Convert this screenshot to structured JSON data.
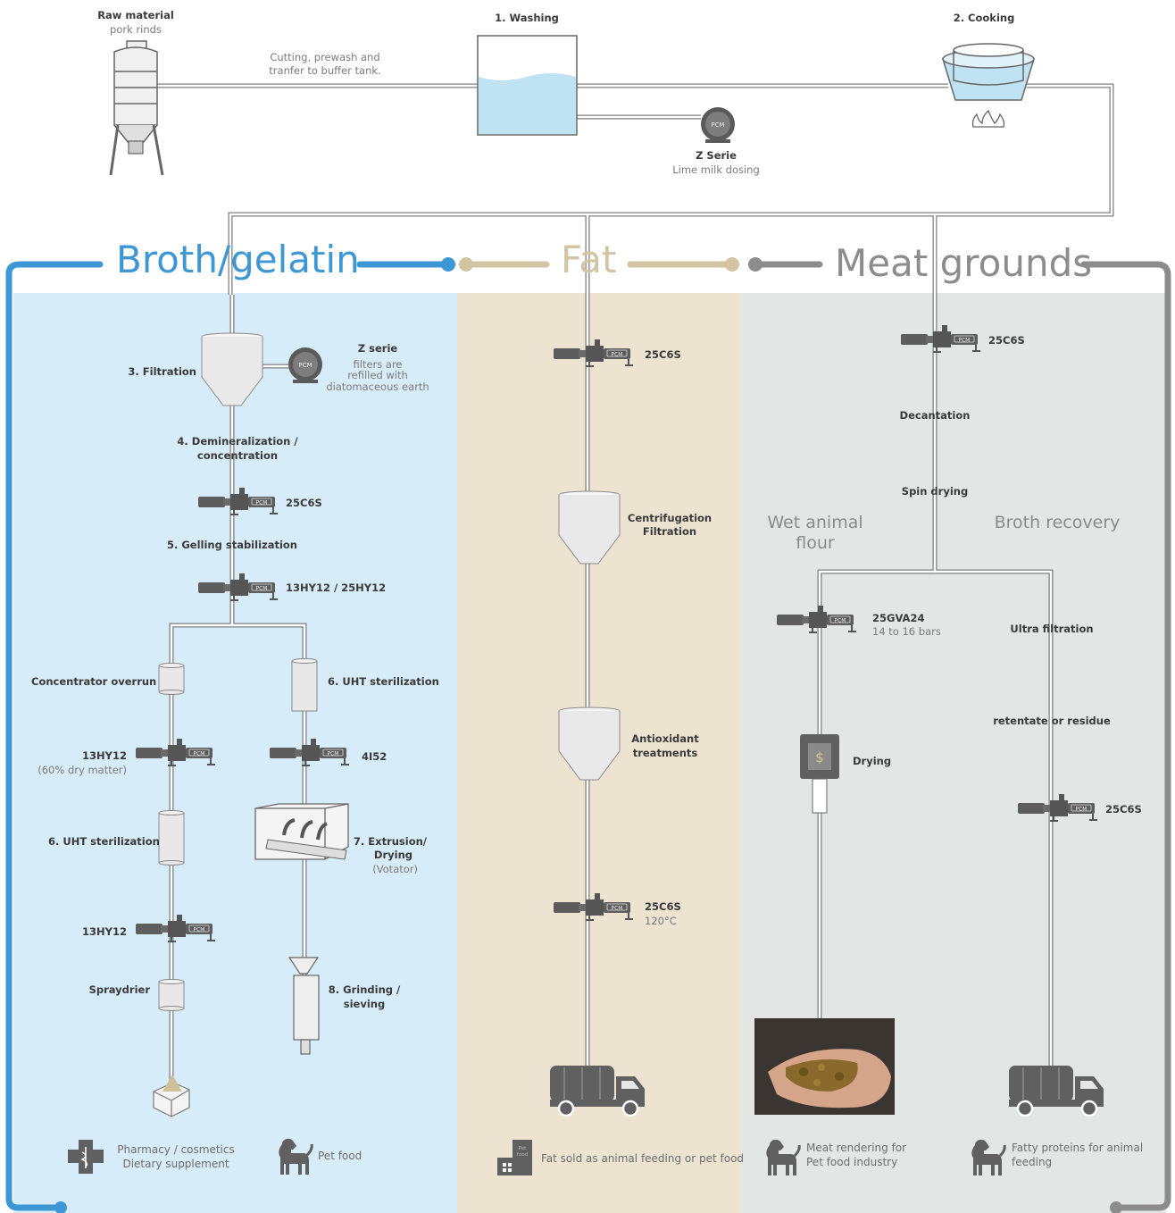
{
  "top": {
    "raw_material_title": "Raw material",
    "raw_material_sub": "pork rinds",
    "transfer_note_1": "Cutting, prewash and",
    "transfer_note_2": "tranfer to buffer tank.",
    "washing": "1. Washing",
    "cooking": "2. Cooking",
    "z_serie_title": "Z Serie",
    "z_serie_sub": "Lime milk dosing"
  },
  "sections": {
    "broth": {
      "title": "Broth/gelatin",
      "color": "#3d97d4",
      "bg": "#d6ecf8"
    },
    "fat": {
      "title": "Fat",
      "color": "#d3c4a4",
      "bg": "#ece3d1"
    },
    "meat": {
      "title": "Meat grounds",
      "color": "#8c8c8c",
      "bg": "#e4e5e5"
    }
  },
  "broth": {
    "filtration": "3. Filtration",
    "z_serie_title": "Z serie",
    "z_serie_l1": "filters are",
    "z_serie_l2": "refilled with",
    "z_serie_l3": "diatomaceous earth",
    "demin_1": "4. Demineralization /",
    "demin_2": "concentration",
    "pump1": "25C6S",
    "gelling": "5. Gelling stabilization",
    "pump2": "13HY12 / 25HY12",
    "concentrator": "Concentrator overrun",
    "uht_right": "6. UHT sterilization",
    "pump_left1": "13HY12",
    "pump_left1_sub": "(60% dry matter)",
    "pump_right1": "4I52",
    "uht_left": "6. UHT sterilization",
    "extrusion_1": "7. Extrusion/",
    "extrusion_2": "Drying",
    "extrusion_3": "(Votator)",
    "pump_left2": "13HY12",
    "spraydrier": "Spraydrier",
    "grinding_1": "8. Grinding /",
    "grinding_2": "sieving",
    "foot_pharma_1": "Pharmacy / cosmetics",
    "foot_pharma_2": "Dietary supplement",
    "foot_pet": "Pet food"
  },
  "fat": {
    "pump1": "25C6S",
    "centrif_1": "Centrifugation",
    "centrif_2": "Filtration",
    "antiox_1": "Antioxidant",
    "antiox_2": "treatments",
    "pump2": "25C6S",
    "pump2_sub": "120°C",
    "factory_label": "Pet food",
    "foot": "Fat sold as animal feeding or pet food"
  },
  "meat": {
    "pump1": "25C6S",
    "decantation": "Decantation",
    "spin_drying": "Spin drying",
    "wet_flour_1": "Wet animal",
    "wet_flour_2": "flour",
    "broth_recovery": "Broth recovery",
    "pump_gva": "25GVA24",
    "pump_gva_sub": "14 to 16 bars",
    "ultra": "Ultra filtration",
    "retentate": "retentate or residue",
    "drying": "Drying",
    "pump_right": "25C6S",
    "foot_left_1": "Meat rendering for",
    "foot_left_2": "Pet food industry",
    "foot_right_1": "Fatty proteins for animal",
    "foot_right_2": "feeding"
  },
  "pump_brand": "PCM"
}
